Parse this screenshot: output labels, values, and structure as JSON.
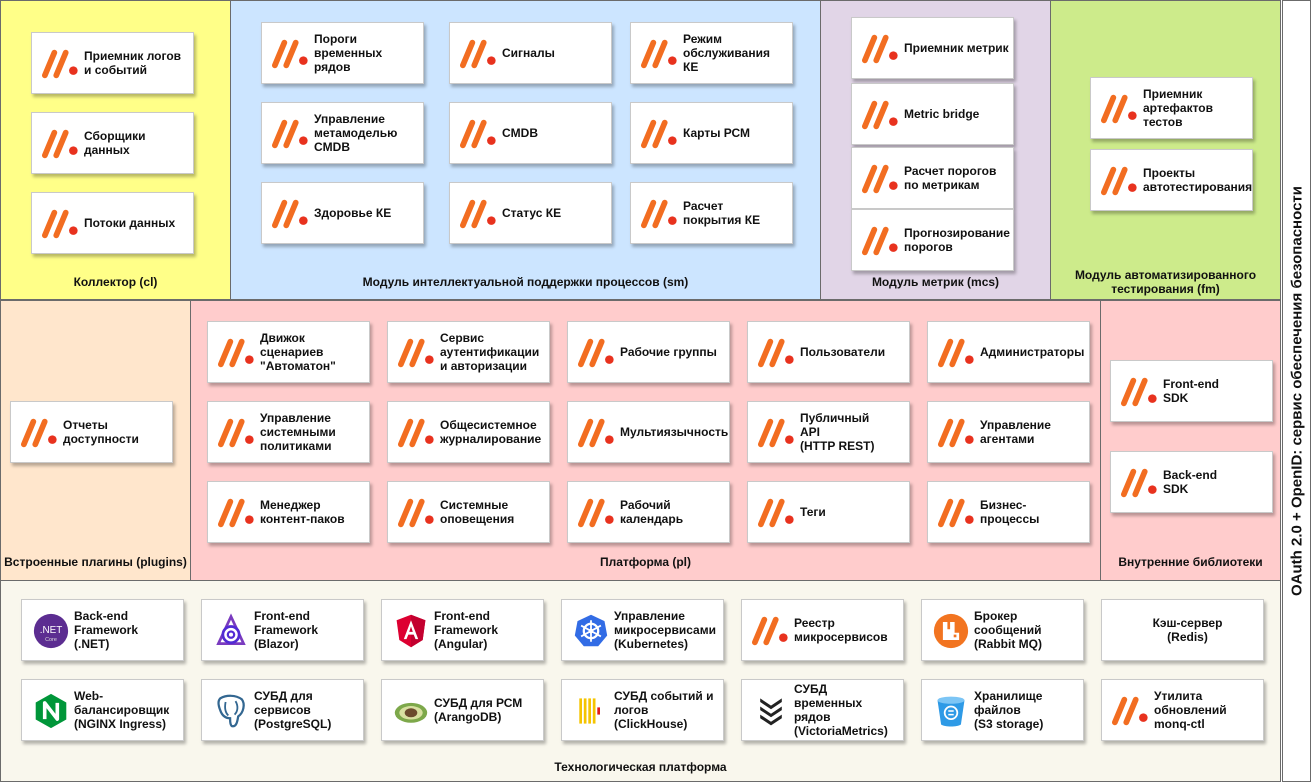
{
  "colors": {
    "collector": "#ffff88",
    "sm": "#cce5ff",
    "mcs": "#e1d5e7",
    "fm": "#cdeb8b",
    "plugins": "#ffe6cc",
    "platform": "#ffcccc",
    "tech": "#f9f7ed",
    "brand_orange": "#f26d21",
    "brand_red": "#e8321e"
  },
  "security_label": "OAuth 2.0 + OpenID: сервис обеспечения безопасности",
  "sections": [
    {
      "id": "collector",
      "label": "Коллектор (cl)",
      "cards": [
        {
          "text": "Приемник логов\nи событий",
          "icon": "platform-logo-icon"
        },
        {
          "text": "Сборщики\nданных",
          "icon": "platform-logo-icon"
        },
        {
          "text": "Потоки данных",
          "icon": "platform-logo-icon"
        }
      ]
    },
    {
      "id": "sm",
      "label": "Модуль интеллектуальной поддержки процессов (sm)",
      "cards": [
        {
          "text": "Пороги\nвременных\nрядов",
          "icon": "platform-logo-icon"
        },
        {
          "text": "Сигналы",
          "icon": "platform-logo-icon"
        },
        {
          "text": "Режим\nобслуживания КЕ",
          "icon": "platform-logo-icon"
        },
        {
          "text": "Управление\nметамоделью\nCMDB",
          "icon": "platform-logo-icon"
        },
        {
          "text": "CMDB",
          "icon": "platform-logo-icon"
        },
        {
          "text": "Карты РСМ",
          "icon": "platform-logo-icon"
        },
        {
          "text": "Здоровье КЕ",
          "icon": "platform-logo-icon"
        },
        {
          "text": "Статус КЕ",
          "icon": "platform-logo-icon"
        },
        {
          "text": "Расчет\nпокрытия КЕ",
          "icon": "platform-logo-icon"
        }
      ]
    },
    {
      "id": "mcs",
      "label": "Модуль метрик (mcs)",
      "cards": [
        {
          "text": "Приемник метрик",
          "icon": "platform-logo-icon"
        },
        {
          "text": "Metric bridge",
          "icon": "platform-logo-icon"
        },
        {
          "text": "Расчет порогов\nпо метрикам",
          "icon": "platform-logo-icon"
        },
        {
          "text": "Прогнозирование\nпорогов",
          "icon": "platform-logo-icon"
        }
      ]
    },
    {
      "id": "fm",
      "label": "Модуль автоматизированного\nтестирования (fm)",
      "cards": [
        {
          "text": "Приемник\nартефактов\nтестов",
          "icon": "platform-logo-icon"
        },
        {
          "text": "Проекты\nавтотестирования",
          "icon": "platform-logo-icon"
        }
      ]
    },
    {
      "id": "plugins",
      "label": "Встроенные плагины (plugins)",
      "cards": [
        {
          "text": "Отчеты\nдоступности",
          "icon": "platform-logo-icon"
        }
      ]
    },
    {
      "id": "platform",
      "label": "Платформа (pl)",
      "cards": [
        {
          "text": "Движок\nсценариев\n\"Автоматон\"",
          "icon": "platform-logo-icon"
        },
        {
          "text": "Сервис\nаутентификации\nи авторизации",
          "icon": "platform-logo-icon"
        },
        {
          "text": "Рабочие группы",
          "icon": "platform-logo-icon"
        },
        {
          "text": "Пользователи",
          "icon": "platform-logo-icon"
        },
        {
          "text": "Администраторы",
          "icon": "platform-logo-icon"
        },
        {
          "text": "Управление\nсистемными\nполитиками",
          "icon": "platform-logo-icon"
        },
        {
          "text": "Общесистемное\nжурналирование",
          "icon": "platform-logo-icon"
        },
        {
          "text": "Мультиязычность",
          "icon": "platform-logo-icon"
        },
        {
          "text": "Публичный\nAPI\n(HTTP REST)",
          "icon": "platform-logo-icon"
        },
        {
          "text": "Управление\nагентами",
          "icon": "platform-logo-icon"
        },
        {
          "text": "Менеджер\nконтент-паков",
          "icon": "platform-logo-icon"
        },
        {
          "text": "Системные\nоповещения",
          "icon": "platform-logo-icon"
        },
        {
          "text": "Рабочий\nкалендарь",
          "icon": "platform-logo-icon"
        },
        {
          "text": "Теги",
          "icon": "platform-logo-icon"
        },
        {
          "text": "Бизнес-процессы",
          "icon": "platform-logo-icon"
        }
      ]
    },
    {
      "id": "libs",
      "label": "Внутренние библиотеки",
      "cards": [
        {
          "text": "Front-end\nSDK",
          "icon": "platform-logo-icon"
        },
        {
          "text": "Back-end\nSDK",
          "icon": "platform-logo-icon"
        }
      ]
    },
    {
      "id": "tech",
      "label": "Технологическая платформа",
      "cards": [
        {
          "text": "Back-end\nFramework\n(.NET)",
          "icon": "dotnet-icon",
          "icon_text": ".NET",
          "icon_sub": "Core"
        },
        {
          "text": "Front-end\nFramework\n(Blazor)",
          "icon": "blazor-icon"
        },
        {
          "text": "Front-end\nFramework\n(Angular)",
          "icon": "angular-icon"
        },
        {
          "text": "Управление\nмикросервисами\n(Kubernetes)",
          "icon": "kubernetes-icon"
        },
        {
          "text": "Реестр\nмикросервисов",
          "icon": "platform-logo-icon"
        },
        {
          "text": "Брокер сообщений\n(Rabbit MQ)",
          "icon": "rabbitmq-icon"
        },
        {
          "text": "Кэш-сервер\n(Redis)",
          "icon": "none"
        },
        {
          "text": "Web-\nбалансировщик\n(NGINX Ingress)",
          "icon": "nginx-icon"
        },
        {
          "text": "СУБД для\nсервисов\n(PostgreSQL)",
          "icon": "postgresql-icon"
        },
        {
          "text": "СУБД для РСМ\n(ArangoDB)",
          "icon": "arangodb-icon"
        },
        {
          "text": "СУБД событий и\nлогов\n(ClickHouse)",
          "icon": "clickhouse-icon"
        },
        {
          "text": "СУБД\nвременных\nрядов\n(VictoriaMetrics)",
          "icon": "victoriametrics-icon"
        },
        {
          "text": "Хранилище\nфайлов\n(S3 storage)",
          "icon": "s3-bucket-icon"
        },
        {
          "text": "Утилита\nобновлений\nmonq-ctl",
          "icon": "platform-logo-icon"
        }
      ]
    }
  ]
}
